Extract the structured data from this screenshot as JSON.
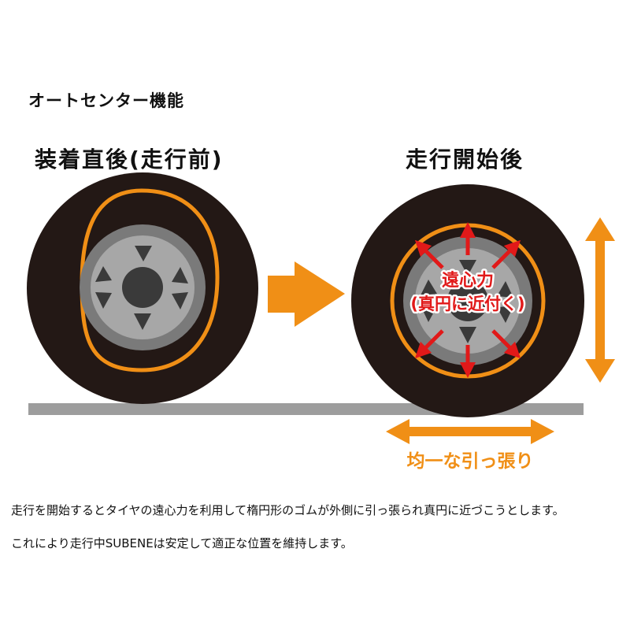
{
  "title": "オートセンター機能",
  "before": {
    "label": "装着直後(走行前)"
  },
  "after": {
    "label": "走行開始後",
    "force_line1": "遠心力",
    "force_line2": "(真円に近付く)",
    "tension_label": "均一な引っ張り"
  },
  "description": {
    "line1": "走行を開始するとタイヤの遠心力を利用して楕円形のゴムが外側に引っ張られ真円に近づこうとします。",
    "line2": "これにより走行中SUBENEは安定して適正な位置を維持します。"
  },
  "colors": {
    "tire": "#231815",
    "rim_outer": "#7a7a7a",
    "rim_face": "#a7a7a7",
    "hub": "#3a3a3a",
    "band": "#f08f16",
    "force_arrow": "#e11919",
    "ground": "#9d9d9d"
  }
}
